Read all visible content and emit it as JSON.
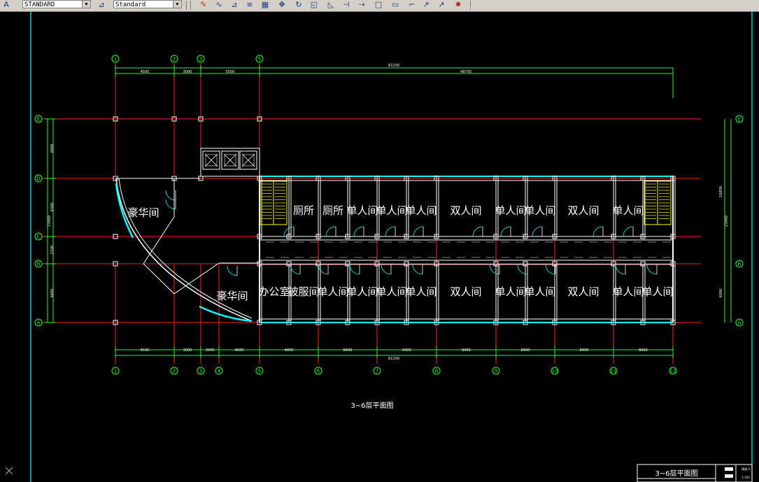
{
  "toolbar": {
    "text_style_value": "STANDARD",
    "dim_style_value": "Standard",
    "icons": [
      "text-style-icon",
      "dim-style-icon",
      "pencil-edit-icon",
      "trace-icon",
      "mirror-icon",
      "align-icon",
      "array-icon",
      "move-icon",
      "rotate-icon",
      "scale-icon",
      "stretch-icon",
      "trim-icon",
      "extend-icon",
      "break-icon",
      "join-icon",
      "chamfer-icon",
      "fillet-icon",
      "lengthen-icon",
      "explode-icon"
    ]
  },
  "drawing": {
    "title": "3~6层平面图",
    "titleblock_text": "3~6层平面图",
    "titleblock_small": [
      "建施-3",
      "1:100"
    ],
    "grid_top": [
      "1",
      "2",
      "3",
      "5"
    ],
    "grid_bottom": [
      "1",
      "2",
      "3",
      "4",
      "5",
      "6",
      "7",
      "8",
      "9",
      "10",
      "11",
      "12"
    ],
    "grid_left": [
      "E",
      "D",
      "C",
      "B",
      "A"
    ],
    "grid_right": [
      "E",
      "B",
      "A"
    ],
    "top_total_dim": "61200",
    "top_dims": [
      "4500",
      "3000",
      "5500",
      "48700"
    ],
    "bottom_total_dim": "61200",
    "bottom_dims": [
      "4500",
      "3000",
      "3000",
      "4600",
      "4800",
      "8400",
      "8400",
      "8400",
      "8400",
      "8400",
      "8400"
    ],
    "left_dims": [
      "6000",
      "6300",
      "2100",
      "6000",
      "23400"
    ],
    "right_dims": [
      "16800",
      "23400",
      "6000"
    ],
    "rooms_north": [
      "厕所",
      "厕所",
      "单人间",
      "单人间",
      "单人间",
      "双人间",
      "单人间",
      "单人间",
      "双人间",
      "单人间"
    ],
    "rooms_south": [
      "办公室",
      "被服间",
      "单人间",
      "单人间",
      "单人间",
      "单人间",
      "双人间",
      "单人间",
      "单人间",
      "双人间",
      "单人间",
      "单人间"
    ],
    "room_lux_north": "豪华间",
    "room_lux_south": "豪华间",
    "colors": {
      "axis": "#ff2020",
      "dim": "#20ff20",
      "wall": "#ffffff",
      "glass": "#00ffff",
      "stair": "#ffff00",
      "text": "#ffffff",
      "border": "#00ffff"
    }
  }
}
